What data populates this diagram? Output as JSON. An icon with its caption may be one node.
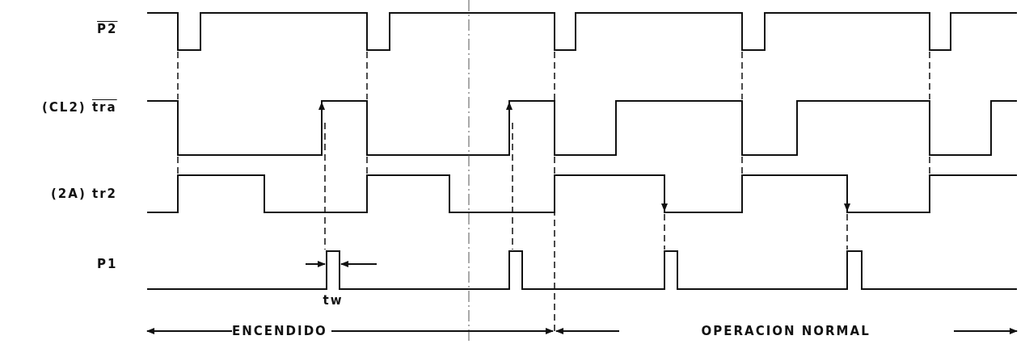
{
  "diagram": {
    "labels": [
      "P2",
      "(CL2) tra",
      "(2A) tr2",
      "P1",
      "tw",
      "ENCENDIDO",
      "OPERACION NORMAL"
    ]
  }
}
